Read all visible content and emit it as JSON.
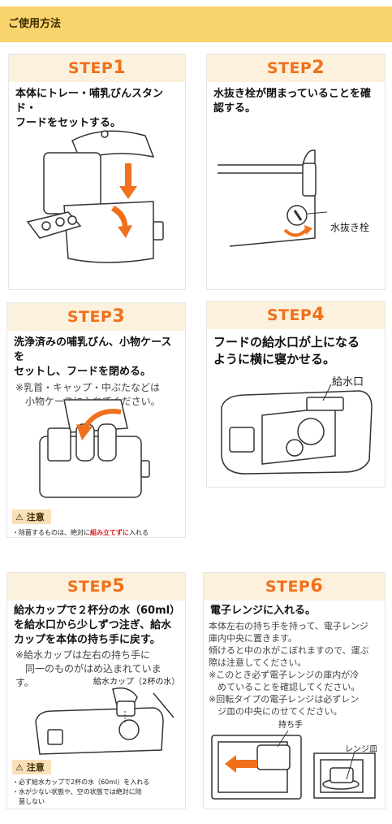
{
  "header": {
    "title": "ご使用方法"
  },
  "steps": [
    {
      "step": "STEP",
      "num": "1",
      "title_lines": [
        "本体にトレー・哺乳びんスタンド・",
        "フードをセットする。"
      ]
    },
    {
      "step": "STEP",
      "num": "2",
      "title_lines": [
        "水抜き栓が閉まっていることを確",
        "認する。"
      ],
      "label": "水抜き栓"
    },
    {
      "step": "STEP",
      "num": "3",
      "title_lines": [
        "洗浄済みの哺乳びん、小物ケースを",
        "セットし、フードを閉める。"
      ],
      "notes": [
        "※乳首・キャップ・中ぶたなどは",
        "　小物ケースに入れてください。"
      ],
      "caution_label": "注意",
      "caution_parts": [
        "・除菌するものは、絶対に",
        "組み立てずに",
        "入れる"
      ]
    },
    {
      "step": "STEP",
      "num": "4",
      "title_lines": [
        "フードの給水口が上になる",
        "ように横に寝かせる。"
      ],
      "label": "給水口"
    },
    {
      "step": "STEP",
      "num": "5",
      "title_lines": [
        "給水カップで２杯分の水（60ml）",
        "を給水口から少しずつ注ぎ、給水",
        "カップを本体の持ち手に戻す。"
      ],
      "notes": [
        "※給水カップは左右の持ち手に",
        "　同一のものがはめ込まれています。"
      ],
      "label": "給水カップ（2杯の水）",
      "caution_label": "注意",
      "caution_lines": [
        "・必ず給水カップで2杯の水（60ml）を入れる",
        "・水が少ない状態や、空の状態では絶対に除",
        "　菌しない"
      ]
    },
    {
      "step": "STEP",
      "num": "6",
      "title_lines": [
        "電子レンジに入れる。"
      ],
      "notes": [
        "本体左右の持ち手を持って、電子レンジ",
        "庫内中央に置きます。",
        "傾けると中の水がこぼれますので、運ぶ",
        "際は注意してください。",
        "※このとき必ず電子レンジの庫内が冷",
        "　めていることを確認してください。",
        "※回転タイプの電子レンジは必ずレン",
        "　ジ皿の中央にのせてください。"
      ],
      "label_handle": "持ち手",
      "label_plate": "レンジ皿"
    }
  ],
  "colors": {
    "header_bg": "#f9d36b",
    "step_head_bg": "#fcf1dc",
    "step_text": "#f0701c",
    "arrow": "#f0701c",
    "caution_bg": "#f9e0b8",
    "caution_red": "#e02020"
  },
  "icons": [
    "warning-triangle-icon",
    "orange-arrow-icon"
  ]
}
